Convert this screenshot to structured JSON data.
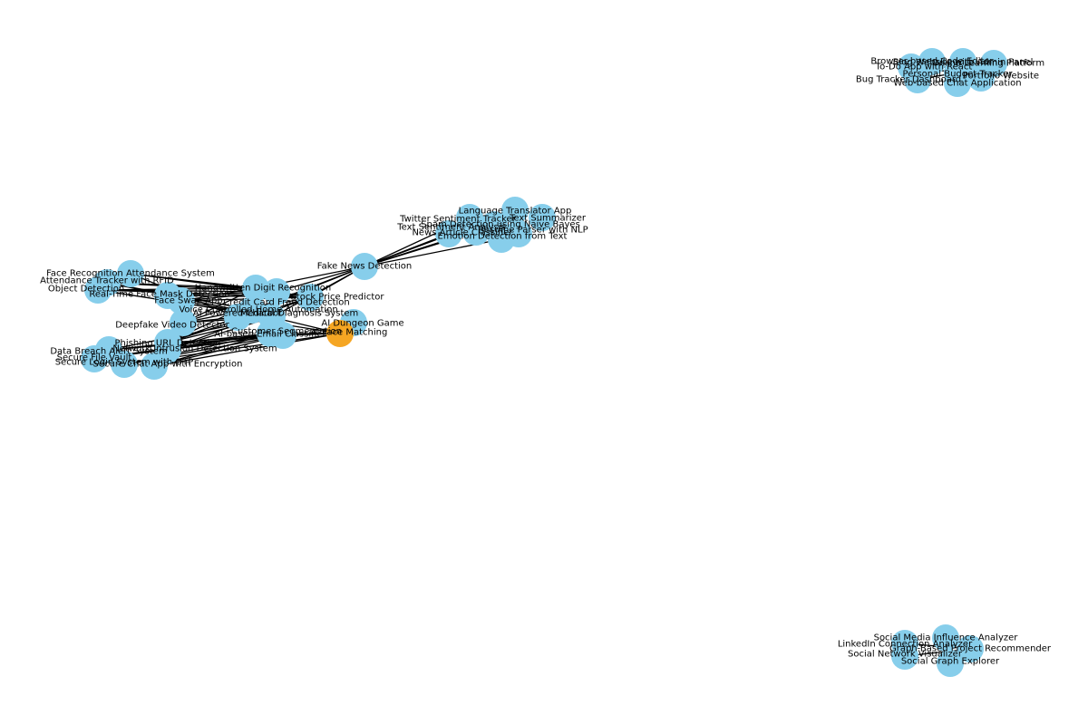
{
  "colors": {
    "node": "#87ceeb",
    "highlight": "#f5a623",
    "edge": "#000000"
  },
  "graph": {
    "nodes": [
      {
        "id": "n1",
        "label": "Fake News Detection"
      },
      {
        "id": "n2",
        "label": "Language Translator App"
      },
      {
        "id": "n3",
        "label": "Twitter Sentiment Tracker"
      },
      {
        "id": "n4",
        "label": "Text Summarizer"
      },
      {
        "id": "n5",
        "label": "Spam Detection using Naive Bayes"
      },
      {
        "id": "n6",
        "label": "Text Sentiment Analysis"
      },
      {
        "id": "n7",
        "label": "News Article Classifier"
      },
      {
        "id": "n8",
        "label": "Resume Parser with NLP"
      },
      {
        "id": "n9",
        "label": "Emotion Detection from Text"
      },
      {
        "id": "n10",
        "label": "Face Recognition Attendance System"
      },
      {
        "id": "n11",
        "label": "Attendance Tracker with RFID"
      },
      {
        "id": "n12",
        "label": "Object Detection"
      },
      {
        "id": "n13",
        "label": "Handwritten Digit Recognition"
      },
      {
        "id": "n14",
        "label": "Real-Time Face Mask Detection"
      },
      {
        "id": "n15",
        "label": "Credit Card Fraud Detection"
      },
      {
        "id": "n16",
        "label": "Stock Price Predictor"
      },
      {
        "id": "n17",
        "label": "Face Swap App"
      },
      {
        "id": "n18",
        "label": "Voice Controlled Home Automation"
      },
      {
        "id": "n19",
        "label": "AI Powered Chatbot"
      },
      {
        "id": "n20",
        "label": "Medical Diagnosis System"
      },
      {
        "id": "n21",
        "label": "Deepfake Video Detector"
      },
      {
        "id": "n22",
        "label": "AI Dungeon Game"
      },
      {
        "id": "n23",
        "label": "Customer Segmentation"
      },
      {
        "id": "n24",
        "label": "AI Face Matching"
      },
      {
        "id": "n25",
        "label": "AI-based Email Classifier"
      },
      {
        "id": "n26",
        "label": "Phishing URL Detection"
      },
      {
        "id": "n27",
        "label": "Network Intrusion Detection System"
      },
      {
        "id": "n28",
        "label": "Data Breach Alert System"
      },
      {
        "id": "n29",
        "label": "Secure File Vault"
      },
      {
        "id": "n30",
        "label": "Secure Login System with OTP"
      },
      {
        "id": "n31",
        "label": "Secure Chat App with Encryption"
      },
      {
        "id": "n32",
        "label": "Browser-based Code Editor"
      },
      {
        "id": "n33",
        "label": "Blog Website with Admin Panel"
      },
      {
        "id": "n34",
        "label": "Online Learning Platform"
      },
      {
        "id": "n35",
        "label": "To-Do App with React"
      },
      {
        "id": "n36",
        "label": "Personal Budget Tracker"
      },
      {
        "id": "n37",
        "label": "Bug Tracker Dashboard"
      },
      {
        "id": "n38",
        "label": "Portfolio Website"
      },
      {
        "id": "n39",
        "label": "Web-based Chat Application"
      },
      {
        "id": "n40",
        "label": "Social Media Influence Analyzer"
      },
      {
        "id": "n41",
        "label": "LinkedIn Connection Analyzer"
      },
      {
        "id": "n42",
        "label": "Graph-Based Project Recommender"
      },
      {
        "id": "n43",
        "label": "Social Network Visualizer"
      },
      {
        "id": "n44",
        "label": "Social Graph Explorer"
      }
    ]
  }
}
